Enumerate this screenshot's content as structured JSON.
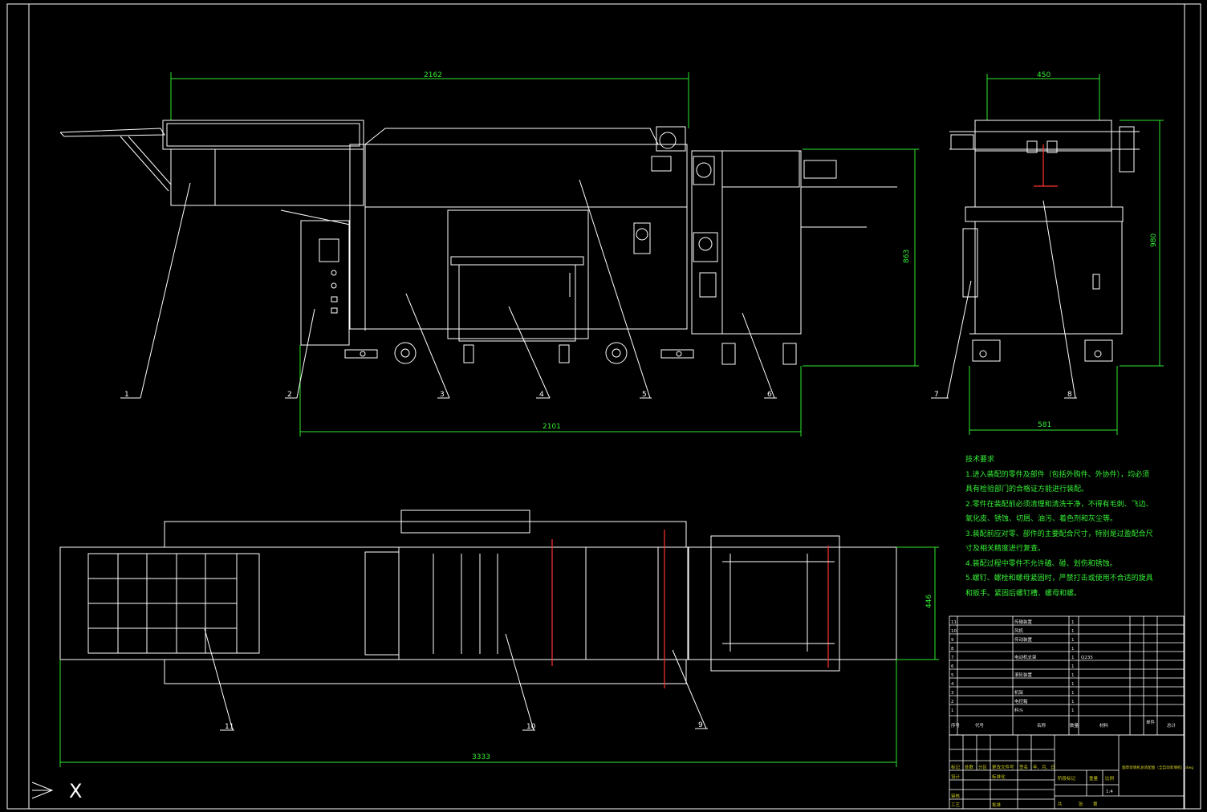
{
  "drawing": {
    "dimensions": {
      "front_length": "2162",
      "front_height": "863",
      "base_length": "2101",
      "side_width": "450",
      "side_height": "980",
      "side_base": "581",
      "plan_width": "446",
      "total_length": "3333"
    },
    "balloons": [
      "1",
      "2",
      "3",
      "4",
      "5",
      "6",
      "7",
      "8",
      "9",
      "10",
      "11"
    ],
    "tech_requirements": {
      "title": "技术要求",
      "lines": [
        "1.进入装配的零件及部件（包括外购件、外协件），均必须",
        "具有检验部门的合格证方能进行装配。",
        "2.零件在装配前必须清理和清洗干净，不得有毛刺、飞边、",
        "氧化皮、锈蚀、切屑、油污、着色剂和灰尘等。",
        "3.装配前应对零、部件的主要配合尺寸，特别是过盈配合尺",
        "寸及相关精度进行复查。",
        "4.装配过程中零件不允许磕、碰、划伤和锈蚀。",
        "5.螺钉、螺栓和螺母紧固时，严禁打击或使用不合适的旋具",
        "和扳手。紧固后螺钉槽、螺母和螺。"
      ]
    },
    "parts_list": {
      "rows": [
        {
          "no": "11",
          "name": "传输装置",
          "qty": "1",
          "material": ""
        },
        {
          "no": "10",
          "name": "风机",
          "qty": "1",
          "material": ""
        },
        {
          "no": "9",
          "name": "传动装置",
          "qty": "1",
          "material": ""
        },
        {
          "no": "8",
          "name": "",
          "qty": "1",
          "material": ""
        },
        {
          "no": "7",
          "name": "电动机支架",
          "qty": "1",
          "material": "Q235"
        },
        {
          "no": "6",
          "name": "",
          "qty": "1",
          "material": ""
        },
        {
          "no": "5",
          "name": "滚轮装置",
          "qty": "1",
          "material": ""
        },
        {
          "no": "4",
          "name": "",
          "qty": "1",
          "material": ""
        },
        {
          "no": "3",
          "name": "机架",
          "qty": "1",
          "material": ""
        },
        {
          "no": "2",
          "name": "电控箱",
          "qty": "1",
          "material": ""
        },
        {
          "no": "1",
          "name": "料斗",
          "qty": "1",
          "material": ""
        }
      ],
      "header": {
        "no": "序号",
        "code": "代号",
        "name": "名称",
        "qty": "数量",
        "material": "材料",
        "unit_weight": "单件",
        "total_weight": "总计"
      }
    },
    "title_block": {
      "drawing_title": "烟草装填机总装配图（全自动装填机）.dwg",
      "labels": {
        "mark": "标记",
        "count": "处数",
        "zone": "分区",
        "change_doc": "更改文件号",
        "signature": "签名",
        "date": "年、月、日",
        "design": "设计",
        "standardize": "标准化",
        "stage_mark": "阶段标记",
        "weight": "重量",
        "scale": "比例",
        "review": "审核",
        "process": "工艺",
        "approve": "批准",
        "sheets": "共",
        "sheet": "张",
        "page": "第"
      },
      "scale_value": "1:4"
    },
    "ucs_label": "X"
  }
}
